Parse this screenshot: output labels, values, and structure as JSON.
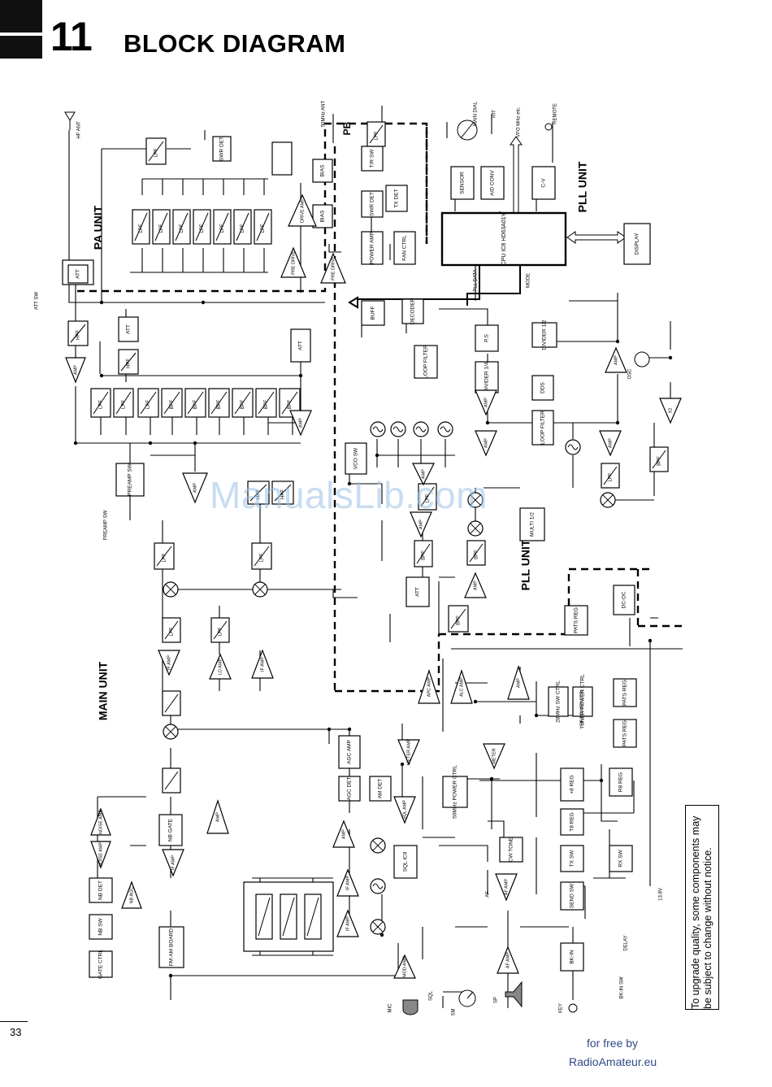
{
  "header": {
    "section_number": "11",
    "title": "BLOCK DIAGRAM"
  },
  "units": {
    "pa": "PA UNIT",
    "pll_top": "PLL UNIT",
    "pll_mid": "PLL UNIT",
    "main": "MAIN UNIT",
    "pb": "PB"
  },
  "antennas": {
    "hf": "HF ANT",
    "vhf": "50MHz ANT"
  },
  "controls": {
    "main_dial": "MAIN DIAL",
    "rit": "RIT",
    "vfo": "VFO MHz etc.",
    "remote": "REMOTE",
    "display": "DISPLAY",
    "cpu": "CPU IC8 HD63A01Y",
    "mic": "MIC",
    "sp": "SP",
    "key": "KEY",
    "sql": "SQL",
    "sm": "SM",
    "af": "AF",
    "bk_in_sw": "BK-IN SW",
    "delay": "DELAY",
    "preamp_sw": "PREAMP SW",
    "att_sw": "ATT SW",
    "v138": "13.8V",
    "pll_data": "PLL DATA",
    "mode": "MODE"
  },
  "blocks": {
    "lpf": "LPF",
    "hpf": "HPF",
    "bpf": "BPF",
    "att": "ATT",
    "amp": "AMP",
    "swr_det": "SWR DET",
    "bias": "BIAS",
    "drive_amp": "DRIVE AMP",
    "pre_drive": "PRE DRIVE",
    "power_amp": "POWER AMP",
    "fan_ctrl": "FAN CTRL",
    "tr_sw": "T/R SW",
    "tx_det": "TX DET",
    "sensor": "SENSOR",
    "ad_conv": "A/D CONV",
    "cv": "C-V",
    "buff": "BUFF",
    "decoder": "DECODER",
    "ps": "P.S",
    "divider_half": "DIVIDER 1/2",
    "divider_quarter": "DIVIDER 1/4",
    "loop_filter": "LOOP FILTER",
    "dds": "DDS",
    "osc": "OSC",
    "x2": "X2",
    "vco_sw": "VCO SW",
    "multi": "MULTI 1/2",
    "preamp_sw_block": "PREAMP SW",
    "if_amp": "IF AMP",
    "lo_amp": "LO AMP",
    "nb_gate": "NB GATE",
    "noise_amp": "NOISE AMP",
    "nb_det": "NB DET",
    "nb_sw": "NB SW",
    "nb_agc": "NB AGC",
    "gate_ctrl": "GATE CTRL",
    "fm_am_board": "FM·AM BOARD",
    "agc_det": "AGC DET",
    "agc_amp": "AGC AMP",
    "am_det": "AM DET",
    "sql_amp": "SQL AMP",
    "sql_ic": "SQL IC9",
    "cw_tone": "CW TONE",
    "af_amp": "AF AMP",
    "mod_amp": "MOD AMP",
    "alc_amp": "ALC AMP",
    "apc_amp": "APC AMP",
    "meter_amp": "METER AMP",
    "meter": "METER",
    "power_ctrl": "50MHz POWER CTRL",
    "tuner_power": "TUNER POWER CTRL",
    "pats_reg": "PATS REG",
    "dc_dc": "DC-DC",
    "rf_power": "RF POWER CTRL",
    "send_sw": "SEND SW",
    "tx_sw": "TX SW",
    "rx_sw": "RX SW",
    "tx_reg": "T8 REG",
    "rx_reg": "R8 REG",
    "reg": "+8 REG",
    "bk_in": "BK-IN",
    "sw_28": "28MHz SW CTRL"
  },
  "notes": {
    "notice": "To upgrade quality, some components may be subject to change without notice."
  },
  "footer": {
    "page": "33",
    "credit_line1": "for free by",
    "credit_line2": "RadioAmateur.eu"
  },
  "watermark": "ManualsLib.com"
}
